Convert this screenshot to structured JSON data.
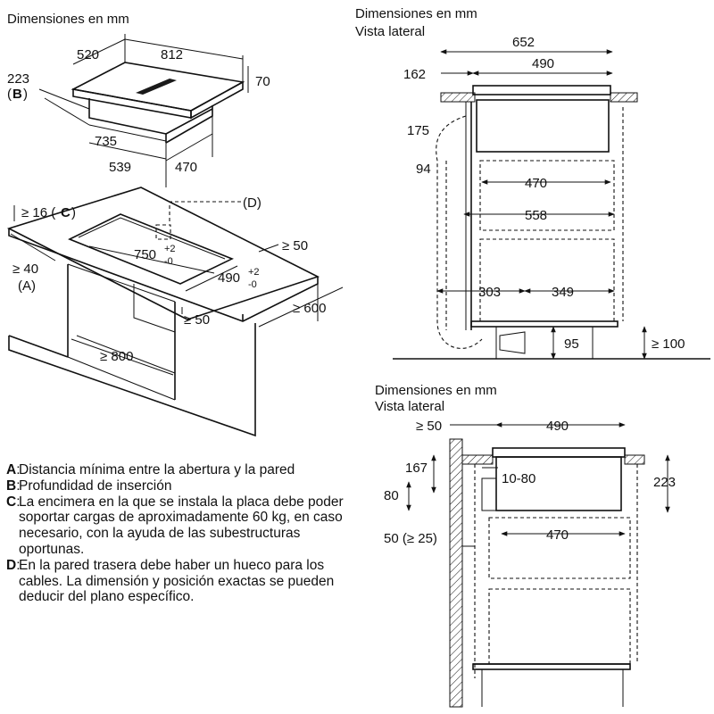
{
  "panel_top_left": {
    "heading": "Dimensiones en mm",
    "dims": [
      "520",
      "812",
      "223",
      "B",
      "70",
      "735",
      "539",
      "470"
    ]
  },
  "panel_install": {
    "labels": [
      "≥ 16 (",
      "C",
      ")",
      "(D)",
      "≥ 50",
      "≥ 40",
      "(A)",
      "≥ 50",
      "≥ 600",
      "≥ 800"
    ],
    "cutout_width": "750",
    "cutout_width_tol_plus": "+2",
    "cutout_width_tol_minus": "-0",
    "cutout_depth": "490",
    "cutout_depth_tol_plus": "+2",
    "cutout_depth_tol_minus": "-0"
  },
  "panel_side_top": {
    "heading": "Dimensiones en mm",
    "subheading": "Vista lateral",
    "dims": [
      "652",
      "162",
      "490",
      "175",
      "94",
      "470",
      "558",
      "303",
      "349",
      "95",
      "≥ 100"
    ]
  },
  "panel_side_bottom": {
    "heading": "Dimensiones en mm",
    "subheading": "Vista lateral",
    "dims": [
      "≥ 50",
      "490",
      "167",
      "10-80",
      "223",
      "80",
      "50 (≥ 25)",
      "470"
    ]
  },
  "legend": [
    {
      "key": "A",
      "text": "Distancia mínima entre la abertura y la pared"
    },
    {
      "key": "B",
      "text": "Profundidad de inserción"
    },
    {
      "key": "C",
      "text": "La encimera en la que se instala la placa debe poder soportar cargas de aproximadamente 60 kg, en caso necesario, con la ayuda de las subestructuras oportunas."
    },
    {
      "key": "D",
      "text": "En la pared trasera debe haber un hueco para los cables. La dimensión y posición exactas se pueden deducir del plano específico."
    }
  ]
}
